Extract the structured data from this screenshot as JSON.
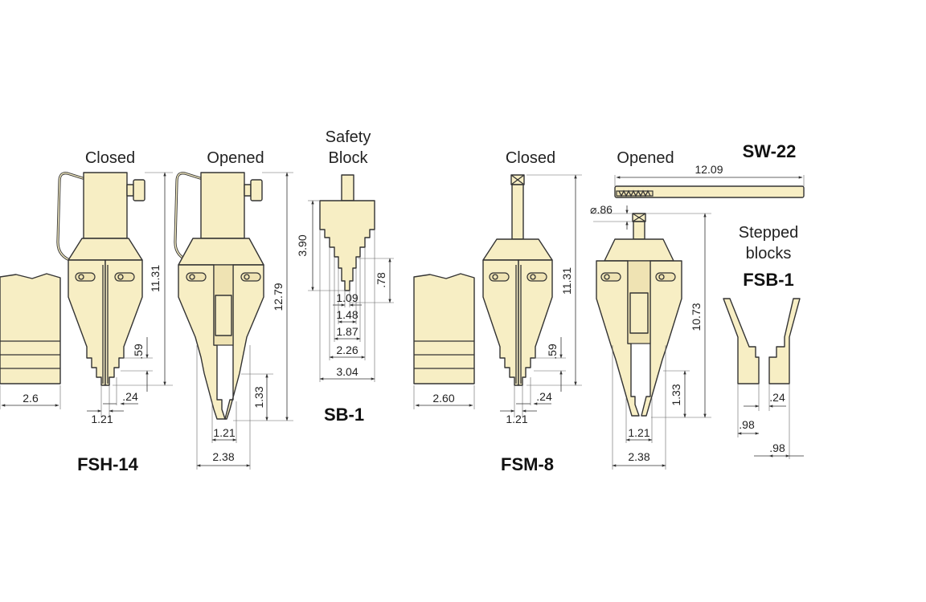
{
  "labels": {
    "fsh_closed": "Closed",
    "fsh_opened": "Opened",
    "safety_line1": "Safety",
    "safety_line2": "Block",
    "fsm_closed": "Closed",
    "fsm_opened": "Opened",
    "stepped_line1": "Stepped",
    "stepped_line2": "blocks"
  },
  "codes": {
    "fsh": "FSH-14",
    "sb": "SB-1",
    "fsm": "FSM-8",
    "sw": "SW-22",
    "fsb": "FSB-1"
  },
  "dims": {
    "fsh_block_w": "2.6",
    "fsh_closed_h": "11.31",
    "fsh_closed_step": ".59",
    "fsh_closed_tip": ".24",
    "fsh_closed_w": "1.21",
    "fsh_opened_h": "12.79",
    "fsh_opened_step": "1.33",
    "fsh_opened_w1": "1.21",
    "fsh_opened_w2": "2.38",
    "sb_h": "3.90",
    "sb_step": ".78",
    "sb_w1": "1.09",
    "sb_w2": "1.48",
    "sb_w3": "1.87",
    "sb_w4": "2.26",
    "sb_w5": "3.04",
    "fsm_block_w": "2.60",
    "fsm_closed_h": "11.31",
    "fsm_closed_step": ".59",
    "fsm_closed_tip": ".24",
    "fsm_closed_w": "1.21",
    "fsm_opened_h": "10.73",
    "fsm_opened_stem": "⌀.86",
    "fsm_opened_step": "1.33",
    "fsm_opened_w1": "1.21",
    "fsm_opened_w2": "2.38",
    "sw_len": "12.09",
    "fsb_tip": ".24",
    "fsb_w1": ".98",
    "fsb_w2": ".98"
  }
}
